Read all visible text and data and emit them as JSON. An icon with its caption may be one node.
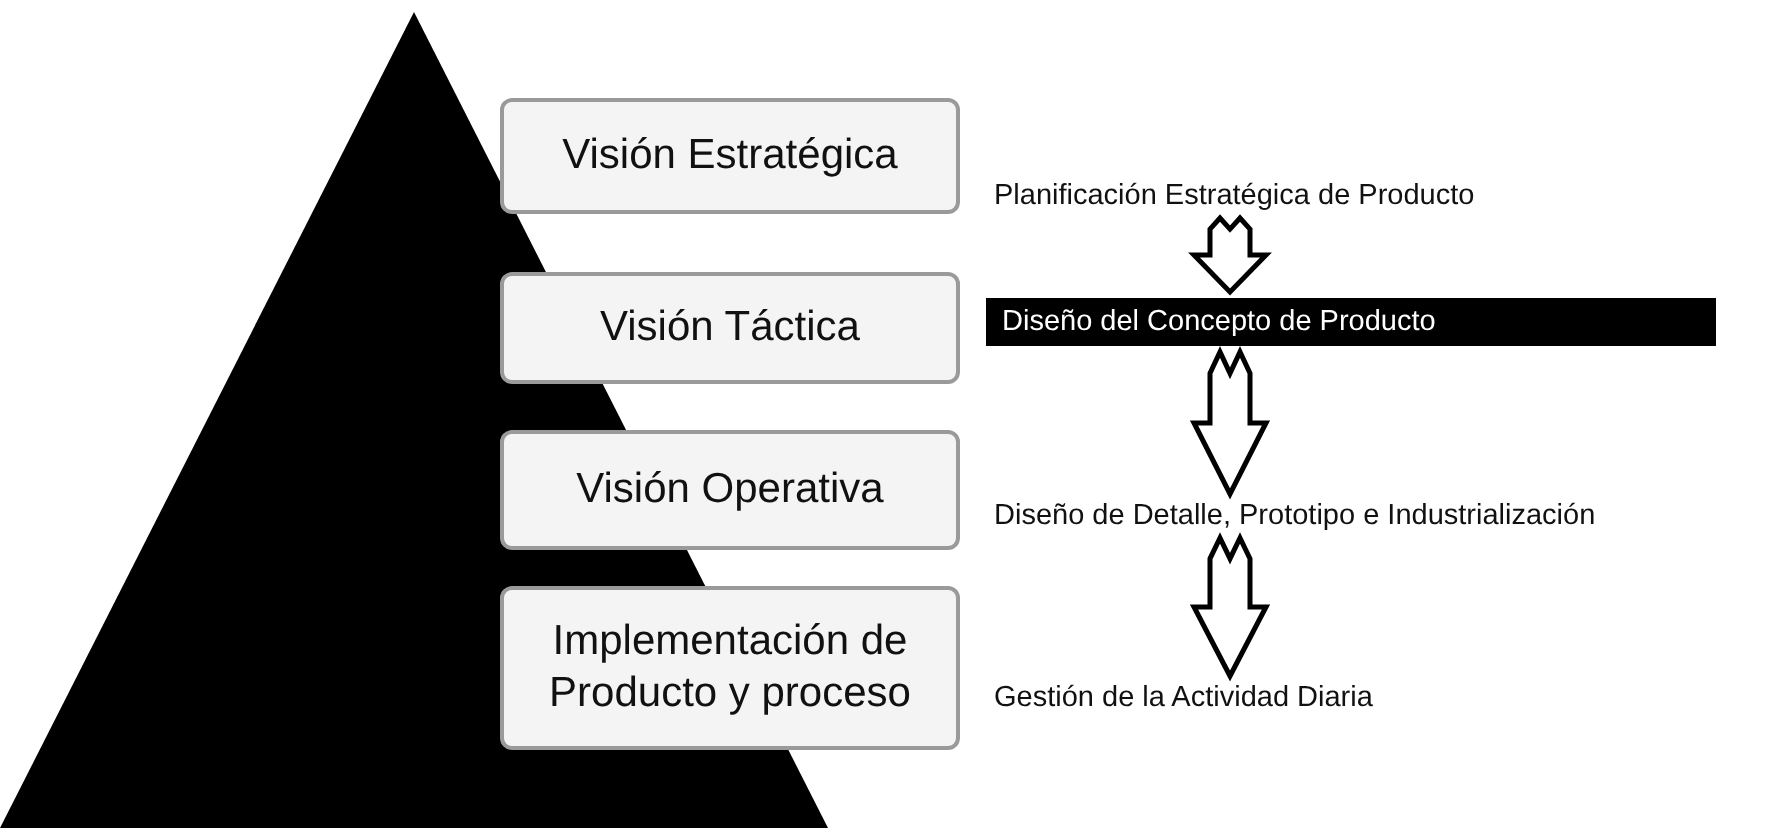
{
  "diagram": {
    "nodes": [
      {
        "text": [
          "Visión Estratégica"
        ]
      },
      {
        "text": [
          "Visión Táctica"
        ]
      },
      {
        "text": [
          "Visión Operativa"
        ]
      },
      {
        "text": [
          "Implementación de Producto y proceso"
        ]
      },
      {
        "text": [
          "Planificación Estratégica de Producto"
        ]
      },
      {
        "text": [
          "Diseño del Concepto de Producto"
        ]
      },
      {
        "text": [
          "Diseño de Detalle, Prototipo e Industrialización"
        ]
      },
      {
        "text": [
          "Gestión de la Actividad Diaria"
        ]
      }
    ],
    "edges": [
      {
        "from": 4,
        "to": 5,
        "arrow": "to"
      },
      {
        "from": 5,
        "to": 6,
        "arrow": "to"
      },
      {
        "from": 6,
        "to": 7,
        "arrow": "to"
      }
    ]
  }
}
